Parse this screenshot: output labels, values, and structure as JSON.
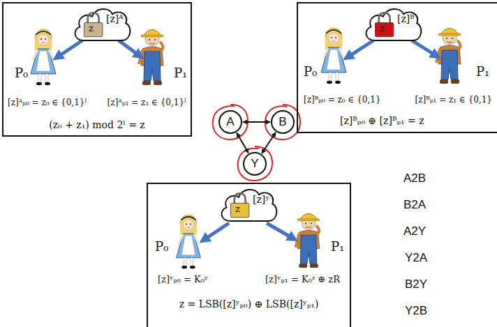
{
  "diagram": {
    "nodes": [
      {
        "text": [
          "P₀",
          "P₁",
          "[z]ᴬₚ₀ = z₀ ∈ {0,1}ˡ",
          "[z]ᴬₚ₁ = z₁ ∈ {0,1}ˡ",
          "(z₀ + z₁) mod 2ˡ = z"
        ]
      },
      {
        "text": [
          "z",
          "[z]ᴬ"
        ],
        "in": 0
      },
      {
        "text": [
          "P₀",
          "P₁",
          "[z]ᴮₚ₀ = z₀ ∈ {0,1}",
          "[z]ᴮₚ₁ = z₁ ∈ {0,1}",
          "[z]ᴮₚ₀ ⊕ [z]ᴮₚ₁ = z"
        ]
      },
      {
        "text": [
          "z",
          "[z]ᴮ"
        ],
        "in": 2
      },
      {
        "text": [
          "A"
        ]
      },
      {
        "text": [
          "B"
        ]
      },
      {
        "text": [
          "Y"
        ]
      },
      {
        "text": [
          "P₀",
          "P₁",
          "[z]ʸₚ₀ = K₀ᶻ",
          "[z]ʸₚ₁ = K₀ᶻ ⊕ zR",
          "z = LSB([z]ʸₚ₀) ⊕ LSB([z]ʸₚ₁)"
        ]
      },
      {
        "text": [
          "z",
          "[z]ʸ"
        ],
        "in": 7
      }
    ],
    "edges": [
      {
        "from": 4,
        "to": 5,
        "arrow": "both"
      },
      {
        "from": 4,
        "to": 6,
        "arrow": "both"
      },
      {
        "from": 5,
        "to": 6,
        "arrow": "both"
      }
    ],
    "labels": [
      "A2B",
      "B2A",
      "A2Y",
      "Y2A",
      "B2Y",
      "Y2B"
    ]
  }
}
